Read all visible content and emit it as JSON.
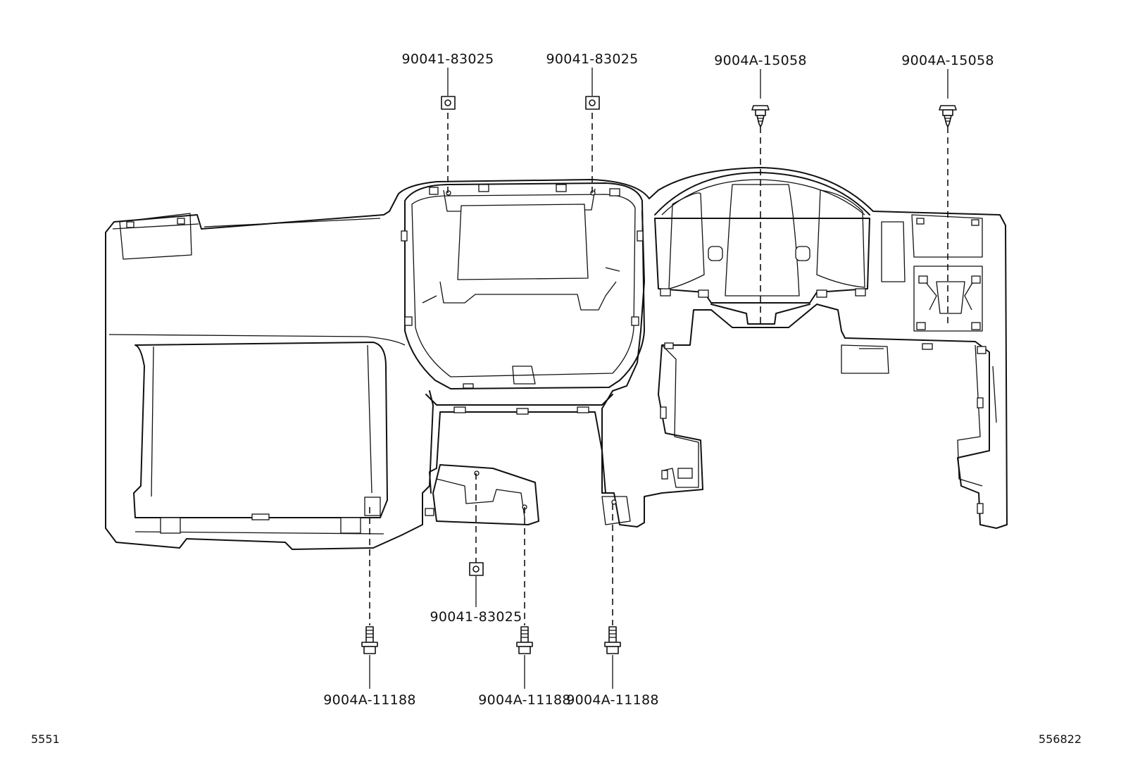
{
  "diagram": {
    "callouts": [
      {
        "id": "c1",
        "part_number": "90041-83025",
        "part": "clip-nut"
      },
      {
        "id": "c2",
        "part_number": "90041-83025",
        "part": "clip-nut"
      },
      {
        "id": "c3",
        "part_number": "9004A-15058",
        "part": "screw"
      },
      {
        "id": "c4",
        "part_number": "9004A-15058",
        "part": "screw"
      },
      {
        "id": "c5",
        "part_number": "90041-83025",
        "part": "clip-nut"
      },
      {
        "id": "c6",
        "part_number": "9004A-11188",
        "part": "bolt"
      },
      {
        "id": "c7",
        "part_number": "9004A-11188",
        "part": "bolt"
      },
      {
        "id": "c8",
        "part_number": "9004A-11188",
        "part": "bolt"
      }
    ],
    "footer": {
      "left_code": "5551",
      "right_code": "556822"
    }
  }
}
